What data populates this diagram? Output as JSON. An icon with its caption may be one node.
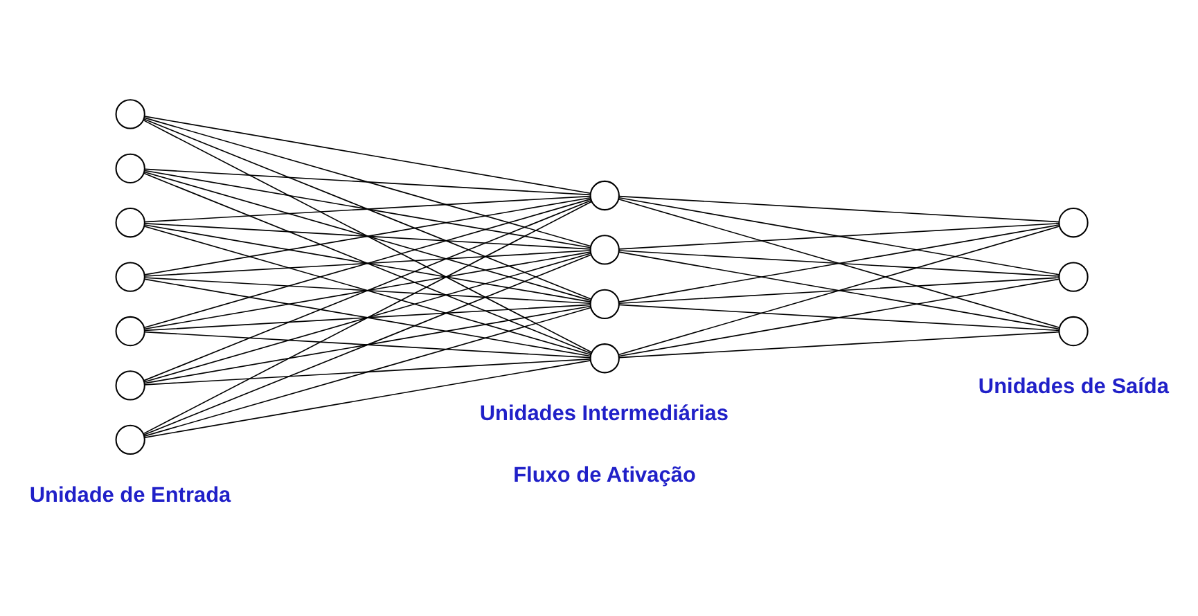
{
  "diagram": {
    "nodes": [
      {
        "text": [],
        "shape": "circle"
      },
      {
        "text": [],
        "shape": "circle"
      },
      {
        "text": [],
        "shape": "circle"
      },
      {
        "text": [],
        "shape": "circle"
      },
      {
        "text": [],
        "shape": "circle"
      },
      {
        "text": [],
        "shape": "circle"
      },
      {
        "text": [],
        "shape": "circle"
      },
      {
        "text": [],
        "shape": "circle"
      },
      {
        "text": [],
        "shape": "circle"
      },
      {
        "text": [],
        "shape": "circle"
      },
      {
        "text": [],
        "shape": "circle"
      },
      {
        "text": [],
        "shape": "circle"
      },
      {
        "text": [],
        "shape": "circle"
      },
      {
        "text": [],
        "shape": "circle"
      }
    ],
    "edges": [
      {
        "from": 0,
        "to": 7,
        "arrow": "none"
      },
      {
        "from": 0,
        "to": 8,
        "arrow": "none"
      },
      {
        "from": 0,
        "to": 9,
        "arrow": "none"
      },
      {
        "from": 0,
        "to": 10,
        "arrow": "none"
      },
      {
        "from": 1,
        "to": 7,
        "arrow": "none"
      },
      {
        "from": 1,
        "to": 8,
        "arrow": "none"
      },
      {
        "from": 1,
        "to": 9,
        "arrow": "none"
      },
      {
        "from": 1,
        "to": 10,
        "arrow": "none"
      },
      {
        "from": 2,
        "to": 7,
        "arrow": "none"
      },
      {
        "from": 2,
        "to": 8,
        "arrow": "none"
      },
      {
        "from": 2,
        "to": 9,
        "arrow": "none"
      },
      {
        "from": 2,
        "to": 10,
        "arrow": "none"
      },
      {
        "from": 3,
        "to": 7,
        "arrow": "none"
      },
      {
        "from": 3,
        "to": 8,
        "arrow": "none"
      },
      {
        "from": 3,
        "to": 9,
        "arrow": "none"
      },
      {
        "from": 3,
        "to": 10,
        "arrow": "none"
      },
      {
        "from": 4,
        "to": 7,
        "arrow": "none"
      },
      {
        "from": 4,
        "to": 8,
        "arrow": "none"
      },
      {
        "from": 4,
        "to": 9,
        "arrow": "none"
      },
      {
        "from": 4,
        "to": 10,
        "arrow": "none"
      },
      {
        "from": 5,
        "to": 7,
        "arrow": "none"
      },
      {
        "from": 5,
        "to": 8,
        "arrow": "none"
      },
      {
        "from": 5,
        "to": 9,
        "arrow": "none"
      },
      {
        "from": 5,
        "to": 10,
        "arrow": "none"
      },
      {
        "from": 6,
        "to": 7,
        "arrow": "none"
      },
      {
        "from": 6,
        "to": 8,
        "arrow": "none"
      },
      {
        "from": 6,
        "to": 9,
        "arrow": "none"
      },
      {
        "from": 6,
        "to": 10,
        "arrow": "none"
      },
      {
        "from": 7,
        "to": 11,
        "arrow": "none"
      },
      {
        "from": 7,
        "to": 12,
        "arrow": "none"
      },
      {
        "from": 7,
        "to": 13,
        "arrow": "none"
      },
      {
        "from": 8,
        "to": 11,
        "arrow": "none"
      },
      {
        "from": 8,
        "to": 12,
        "arrow": "none"
      },
      {
        "from": 8,
        "to": 13,
        "arrow": "none"
      },
      {
        "from": 9,
        "to": 11,
        "arrow": "none"
      },
      {
        "from": 9,
        "to": 12,
        "arrow": "none"
      },
      {
        "from": 9,
        "to": 13,
        "arrow": "none"
      },
      {
        "from": 10,
        "to": 11,
        "arrow": "none"
      },
      {
        "from": 10,
        "to": 12,
        "arrow": "none"
      },
      {
        "from": 10,
        "to": 13,
        "arrow": "none"
      }
    ],
    "labels": [
      "Unidade de Entrada",
      "Unidades Intermediárias",
      "Unidades de Saída",
      "Fluxo de Ativação"
    ]
  }
}
